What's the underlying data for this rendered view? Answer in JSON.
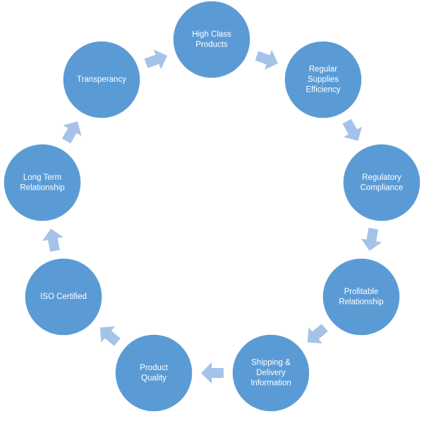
{
  "diagram": {
    "type": "cycle",
    "colors": {
      "node_fill": "#5b9bd5",
      "node_stroke": "#ffffff",
      "arrow_fill": "#a5c3e8",
      "text": "#ffffff"
    },
    "nodes": [
      {
        "id": "high-class-products",
        "lines": [
          "High Class",
          "Products"
        ]
      },
      {
        "id": "regular-supplies-efficiency",
        "lines": [
          "Regular",
          "Supplies",
          "Efficiency"
        ]
      },
      {
        "id": "regulatory-compliance",
        "lines": [
          "Regulatory",
          "Compliance"
        ]
      },
      {
        "id": "profitable-relationship",
        "lines": [
          "Profitable",
          "Relationship"
        ]
      },
      {
        "id": "shipping-delivery-information",
        "lines": [
          "Shipping &",
          "Delivery",
          "Information"
        ]
      },
      {
        "id": "product-quality",
        "lines": [
          "Product",
          "Quality"
        ]
      },
      {
        "id": "iso-certified",
        "lines": [
          "ISO Certified"
        ]
      },
      {
        "id": "long-term-relationship",
        "lines": [
          "Long Term",
          "Relationship"
        ]
      },
      {
        "id": "transperancy",
        "lines": [
          "Transperancy"
        ]
      }
    ]
  }
}
